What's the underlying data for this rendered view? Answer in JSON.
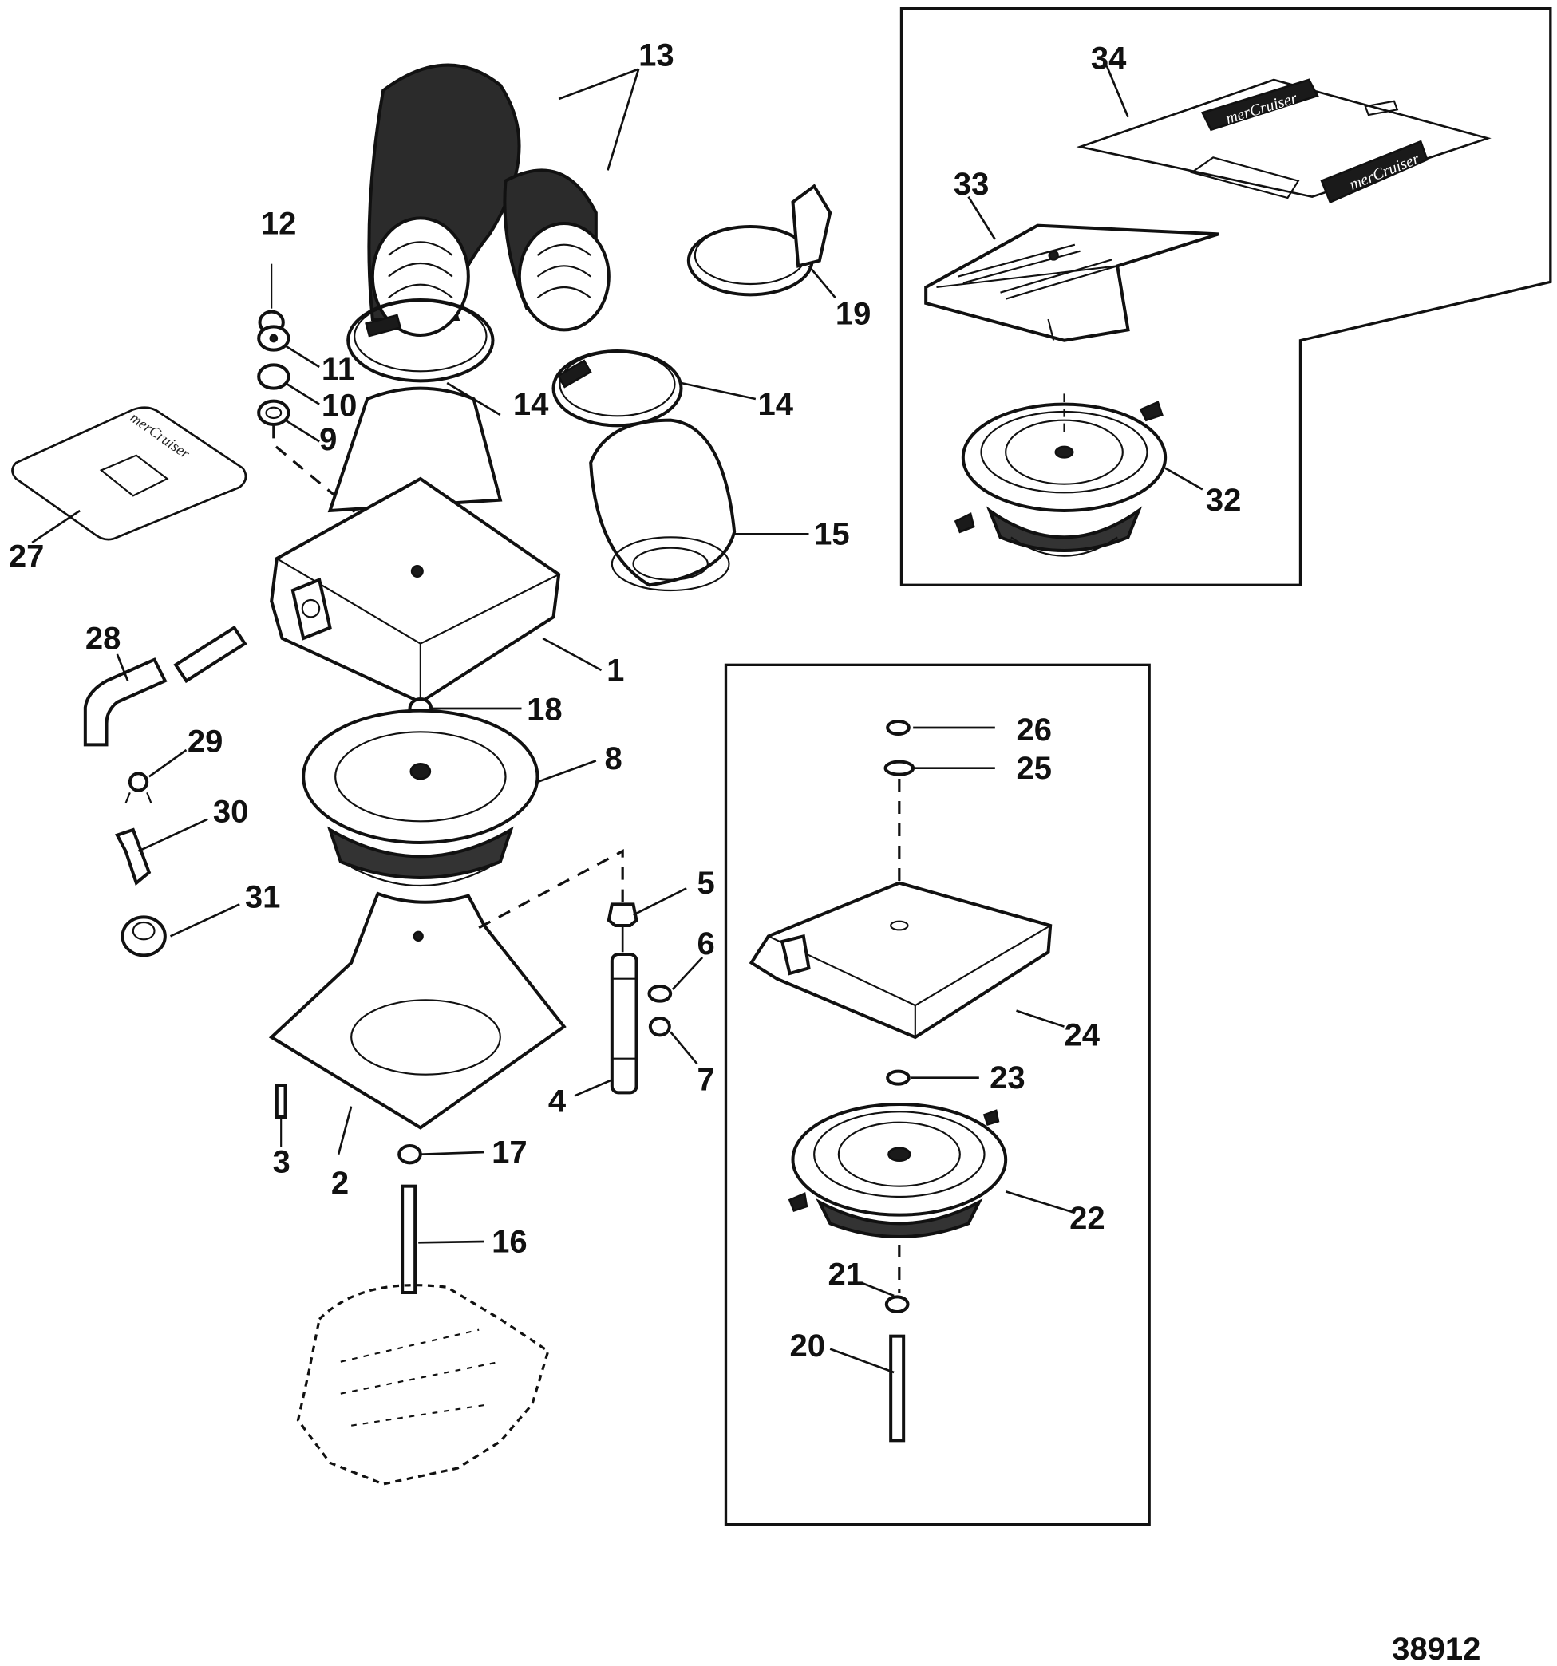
{
  "diagram": {
    "title": "MerCruiser flame arrestor / air intake exploded parts view",
    "figure_number": "38912",
    "brand_decal_text": "merCruiser",
    "callouts": [
      {
        "id": "1",
        "label": "1"
      },
      {
        "id": "2",
        "label": "2"
      },
      {
        "id": "3",
        "label": "3"
      },
      {
        "id": "4",
        "label": "4"
      },
      {
        "id": "5",
        "label": "5"
      },
      {
        "id": "6",
        "label": "6"
      },
      {
        "id": "7",
        "label": "7"
      },
      {
        "id": "8",
        "label": "8"
      },
      {
        "id": "9",
        "label": "9"
      },
      {
        "id": "10",
        "label": "10"
      },
      {
        "id": "11",
        "label": "11"
      },
      {
        "id": "12",
        "label": "12"
      },
      {
        "id": "13",
        "label": "13"
      },
      {
        "id": "14a",
        "label": "14"
      },
      {
        "id": "14b",
        "label": "14"
      },
      {
        "id": "15",
        "label": "15"
      },
      {
        "id": "16",
        "label": "16"
      },
      {
        "id": "17",
        "label": "17"
      },
      {
        "id": "18",
        "label": "18"
      },
      {
        "id": "19",
        "label": "19"
      },
      {
        "id": "20",
        "label": "20"
      },
      {
        "id": "21",
        "label": "21"
      },
      {
        "id": "22",
        "label": "22"
      },
      {
        "id": "23",
        "label": "23"
      },
      {
        "id": "24",
        "label": "24"
      },
      {
        "id": "25",
        "label": "25"
      },
      {
        "id": "26",
        "label": "26"
      },
      {
        "id": "27",
        "label": "27"
      },
      {
        "id": "28",
        "label": "28"
      },
      {
        "id": "29",
        "label": "29"
      },
      {
        "id": "30",
        "label": "30"
      },
      {
        "id": "31",
        "label": "31"
      },
      {
        "id": "32",
        "label": "32"
      },
      {
        "id": "33",
        "label": "33"
      },
      {
        "id": "34",
        "label": "34"
      }
    ]
  }
}
